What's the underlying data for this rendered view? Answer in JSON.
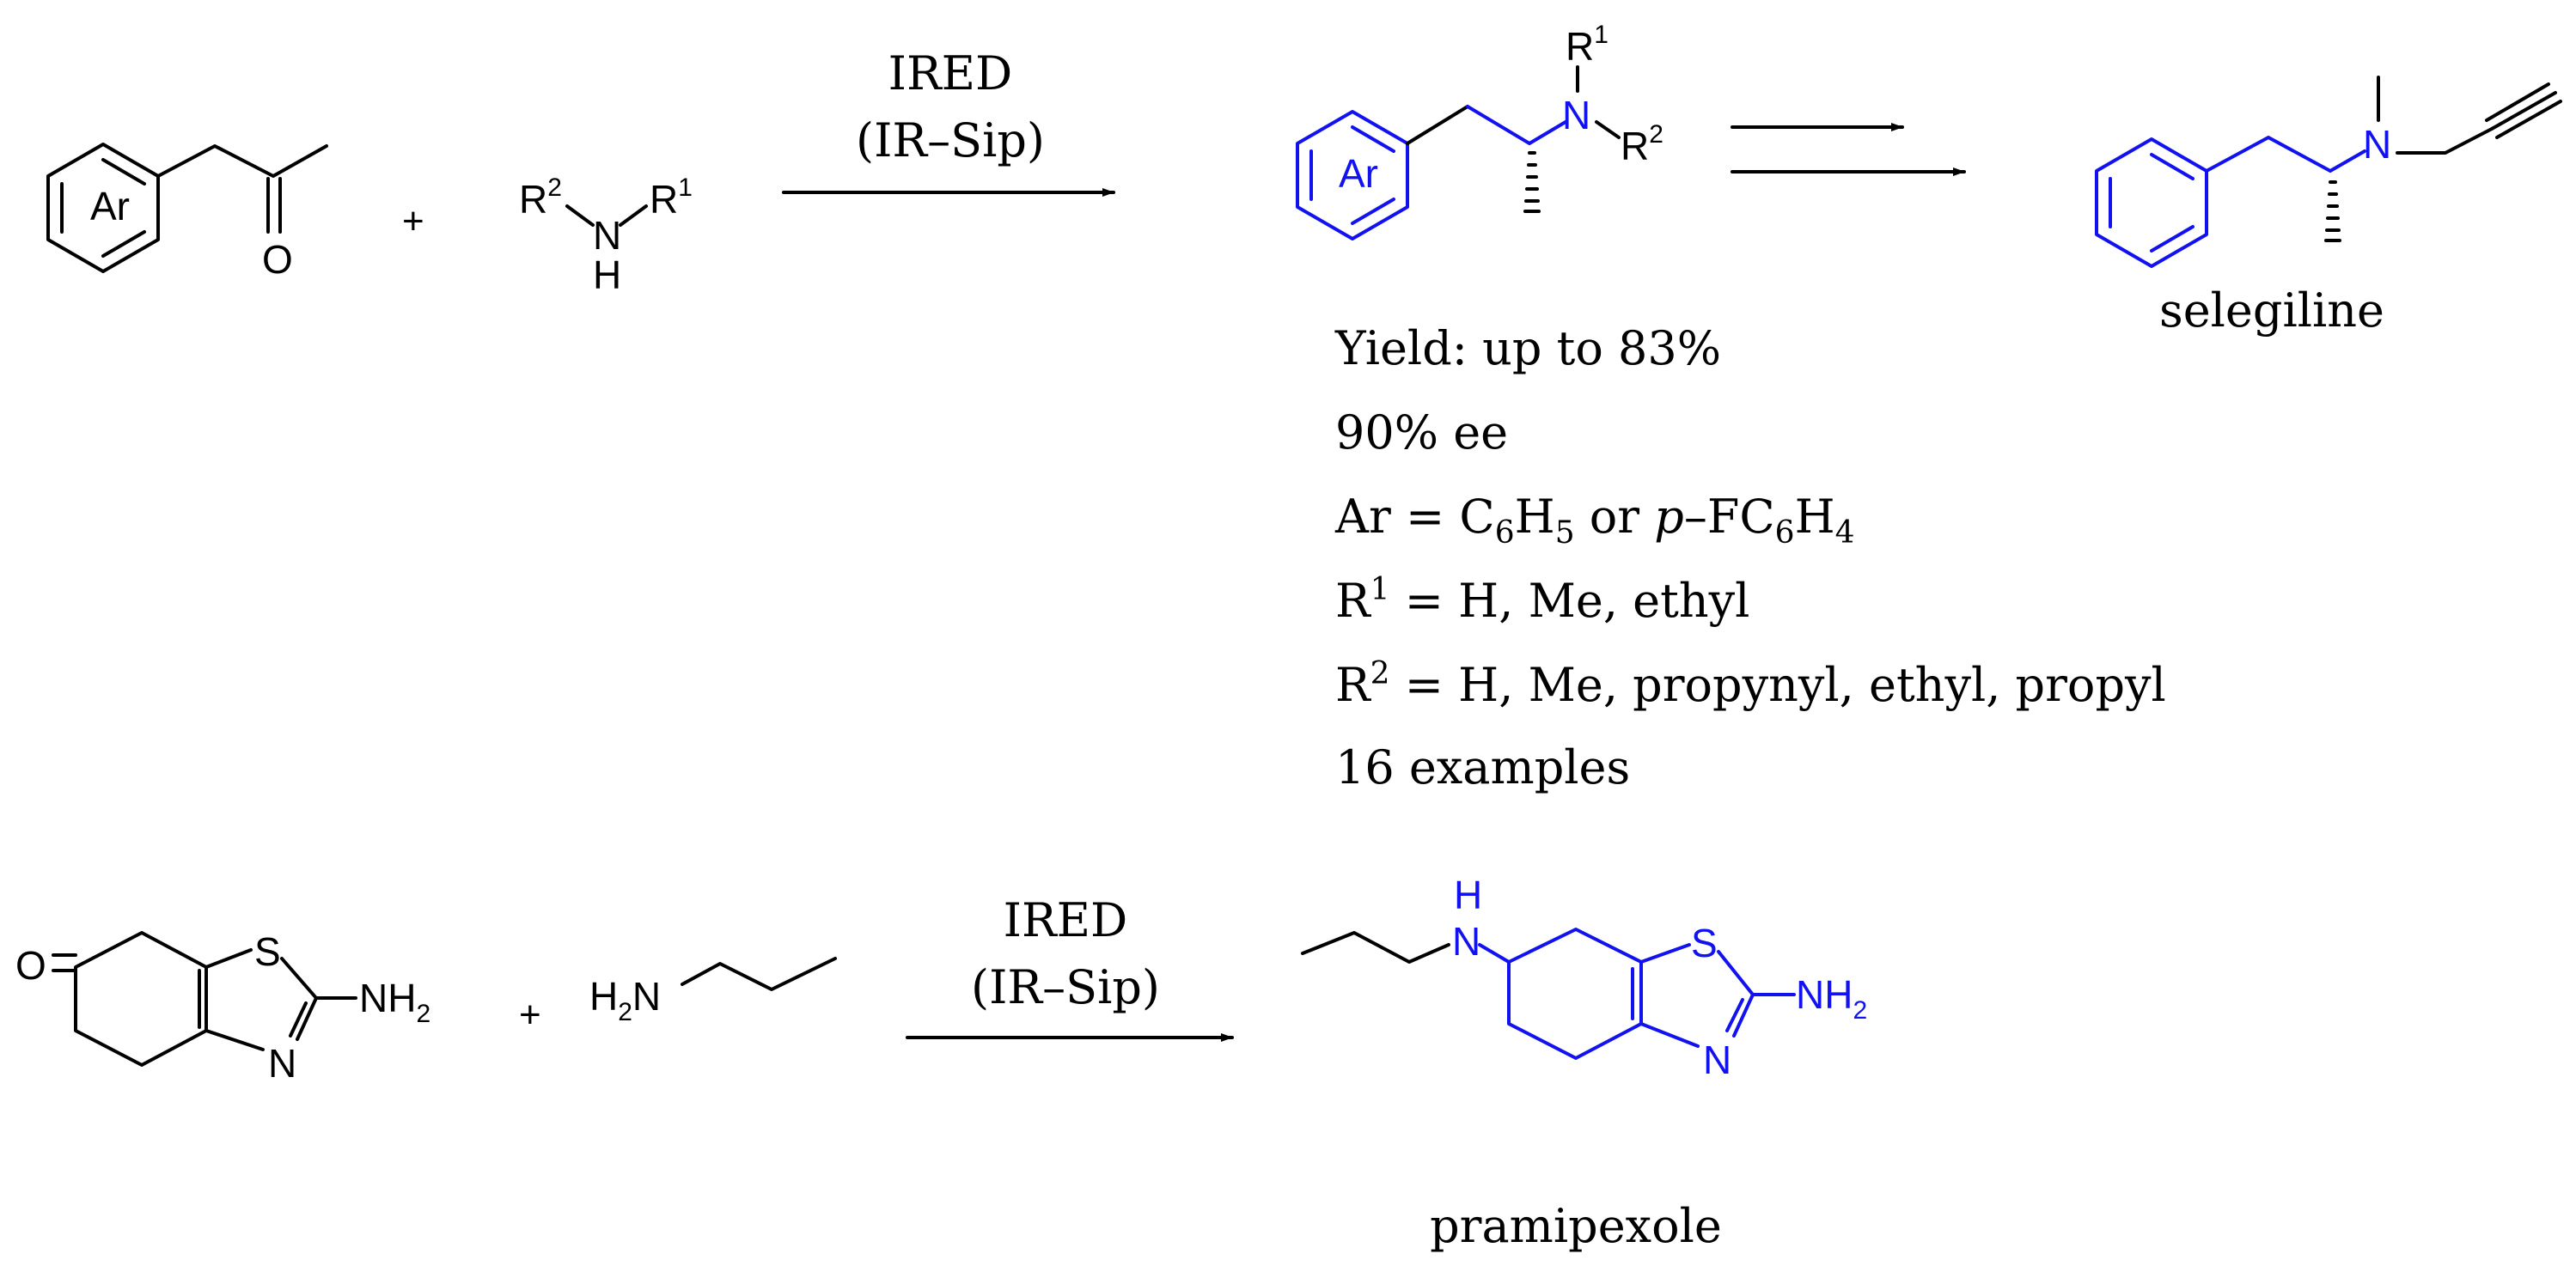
{
  "colors": {
    "product": "#1212f0",
    "bond": "#000000",
    "background": "#ffffff"
  },
  "reaction1": {
    "reactant_ketone": {
      "ring_label": "Ar",
      "carbonyl_o": "O"
    },
    "plus": "+",
    "reactant_amine": {
      "r2": "R",
      "r2_sup": "2",
      "n": "N",
      "r1": "R",
      "r1_sup": "1",
      "h": "H"
    },
    "catalyst": {
      "line1": "IRED",
      "line2": "(IR–Sip)"
    },
    "product": {
      "ring_label": "Ar",
      "n": "N",
      "r1": "R",
      "r1_sup": "1",
      "r2": "R",
      "r2_sup": "2"
    },
    "final_product": {
      "n": "N",
      "name": "selegiline"
    },
    "conditions": {
      "yield": "Yield: up to 83%",
      "ee": "90% ee",
      "ar_prefix": "Ar = C",
      "ar_sub1": "6",
      "ar_h": "H",
      "ar_sub2": "5",
      "ar_or": " or ",
      "ar_p": "p",
      "ar_dash": "–FC",
      "ar_sub3": "6",
      "ar_h2": "H",
      "ar_sub4": "4",
      "r1_line_r": "R",
      "r1_line_sup": "1",
      "r1_line_rest": " = H, Me, ethyl",
      "r2_line_r": "R",
      "r2_line_sup": "2",
      "r2_line_rest": " = H, Me, propynyl, ethyl, propyl",
      "examples": "16 examples"
    }
  },
  "reaction2": {
    "reactant_ketone": {
      "o": "O",
      "s": "S",
      "n": "N",
      "nh": "NH",
      "nh_sub": "2"
    },
    "plus": "+",
    "reactant_amine": {
      "h": "H",
      "h_sub": "2",
      "n": "N"
    },
    "catalyst": {
      "line1": "IRED",
      "line2": "(IR–Sip)"
    },
    "product": {
      "nh_h": "H",
      "nh_n": "N",
      "s": "S",
      "n": "N",
      "nh2": "NH",
      "nh2_sub": "2",
      "name": "pramipexole"
    }
  }
}
